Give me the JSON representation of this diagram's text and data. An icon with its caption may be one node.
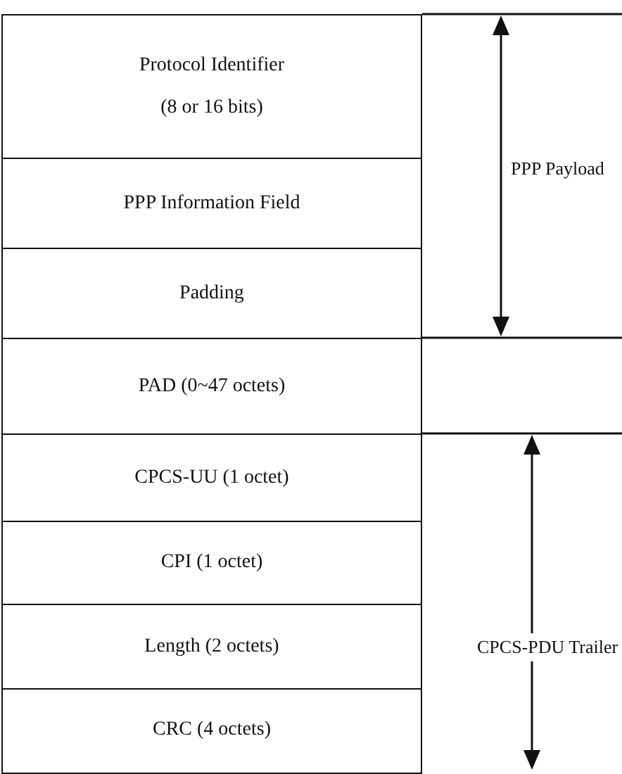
{
  "diagram": {
    "nodes": [
      {
        "text": [
          "Protocol Identifier",
          "(8 or 16 bits)"
        ]
      },
      {
        "text": [
          "PPP Information Field"
        ]
      },
      {
        "text": [
          "Padding"
        ]
      },
      {
        "text": [
          "PAD (0~47 octets)"
        ]
      },
      {
        "text": [
          "CPCS-UU (1 octet)"
        ]
      },
      {
        "text": [
          "CPI (1 octet)"
        ]
      },
      {
        "text": [
          "Length (2 octets)"
        ]
      },
      {
        "text": [
          "CRC (4 octets)"
        ]
      }
    ],
    "labels": [
      "PPP Payload",
      "CPCS-PDU Trailer"
    ]
  }
}
